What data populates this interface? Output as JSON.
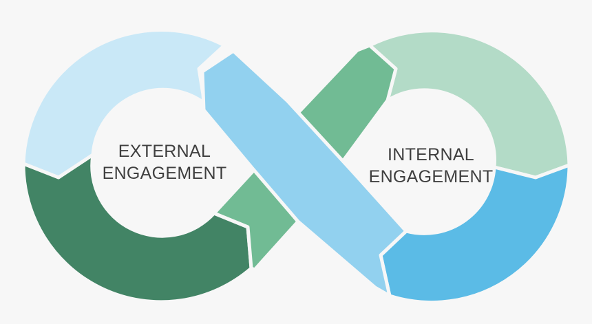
{
  "diagram": {
    "left_loop_label": [
      "EXTERNAL",
      "ENGAGEMENT"
    ],
    "right_loop_label": [
      "INTERNAL",
      "ENGAGEMENT"
    ]
  },
  "colors": {
    "background": "#f7f7f7",
    "light_blue": "#c9e8f7",
    "mid_blue": "#92d1ef",
    "bright_blue": "#5bbbe6",
    "dark_green": "#428465",
    "mid_green": "#71bb94",
    "light_green": "#b3dbc7",
    "text": "#3f3f3f"
  }
}
